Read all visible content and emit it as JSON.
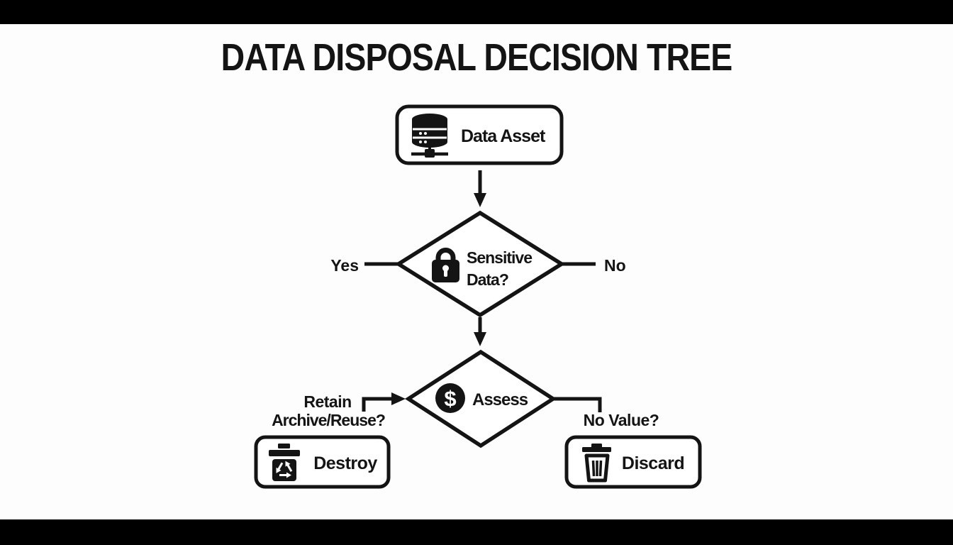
{
  "colors": {
    "background": "#fdfdfd",
    "letterbox": "#000000",
    "ink": "#141414"
  },
  "title": {
    "text": "DATA DISPOSAL DECISION TREE"
  },
  "flowchart": {
    "start_node": {
      "icon": "database-icon",
      "label": "Data Asset"
    },
    "decision_sensitive": {
      "icon": "lock-icon",
      "label_line1": "Sensitive",
      "label_line2": "Data?",
      "branch_left": "Yes",
      "branch_right": "No"
    },
    "decision_assess": {
      "icon": "dollar-icon",
      "dollar_glyph": "$",
      "label": "Assess",
      "branch_left_line1": "Retain",
      "branch_left_line2": "Archive/Reuse?",
      "branch_right": "No Value?"
    },
    "outcome_destroy": {
      "icon": "recycle-bin-icon",
      "label": "Destroy"
    },
    "outcome_discard": {
      "icon": "trash-icon",
      "label": "Discard"
    }
  }
}
